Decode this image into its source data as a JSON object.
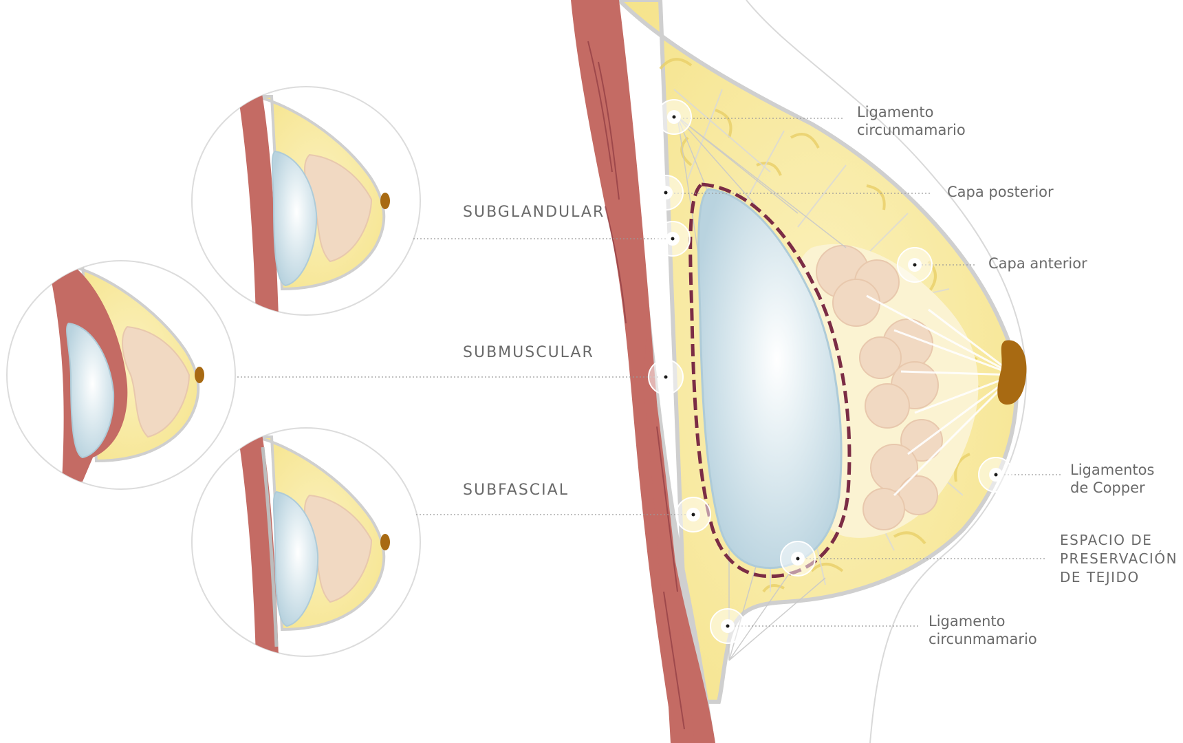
{
  "techniques": {
    "subglandular": "SUBGLANDULAR",
    "submuscular": "SUBMUSCULAR",
    "subfascial": "SUBFASCIAL"
  },
  "labels": {
    "ligamento_top_1": "Ligamento",
    "ligamento_top_2": "circunmamario",
    "capa_posterior": "Capa posterior",
    "capa_anterior": "Capa anterior",
    "copper_1": "Ligamentos",
    "copper_2": "de Copper",
    "espacio_1": "ESPACIO DE",
    "espacio_2": "PRESERVACIÓN",
    "espacio_3": "DE TEJIDO",
    "ligamento_bottom_1": "Ligamento",
    "ligamento_bottom_2": "circunmamario"
  },
  "colors": {
    "muscle": "#c46b64",
    "fat": "#f7e79a",
    "gland": "#f1d9c2",
    "implant": "#cfe3ec",
    "nipple": "#a86a12",
    "capsule": "#7b2c45"
  }
}
